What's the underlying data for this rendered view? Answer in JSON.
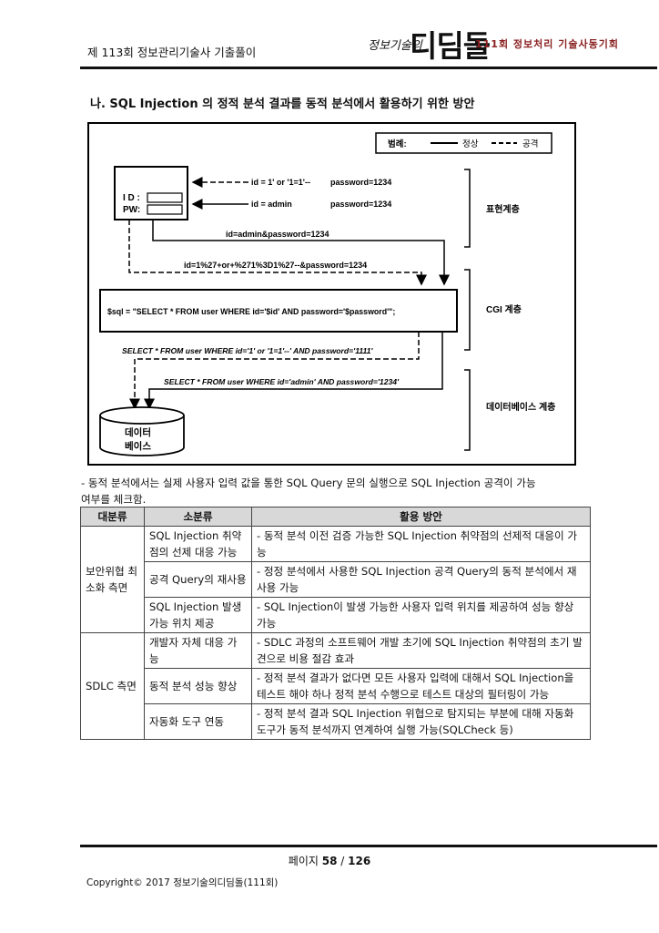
{
  "header": {
    "title": "제 113회 정보관리기술사 기출풀이",
    "logo_small": "정보기술의",
    "logo_big": "디딤돌",
    "logo_sub": "111회 정보처리 기술사동기회"
  },
  "section": {
    "title": "나. SQL Injection 의 정적 분석 결과를 동적 분석에서 활용하기 위한 방안"
  },
  "diagram": {
    "legend_label": "범례:",
    "legend_normal": "정상",
    "legend_attack": "공격",
    "login_id_label": "I D :",
    "login_pw_label": "PW:",
    "input_attack_id": "id = 1' or '1=1'--",
    "input_attack_pw": "password=1234",
    "input_normal_id": "id = admin",
    "input_normal_pw": "password=1234",
    "request_normal": "id=admin&password=1234",
    "request_attack": "id=1%27+or+%271%3D1%27--&password=1234",
    "sql_statement": "$sql = \"SELECT * FROM user WHERE id='$id' AND password='$password'\";",
    "query_attack": "SELECT * FROM user WHERE id='1' or '1=1'--' AND password='1111'",
    "query_normal": "SELECT * FROM user WHERE id='admin'  AND password='1234'",
    "database_line1": "데이터",
    "database_line2": "베이스",
    "layer_presentation": "표현계층",
    "layer_cgi": "CGI 계층",
    "layer_database": "데이터베이스 계층"
  },
  "paragraph": {
    "line1": "- 동적 분석에서는 실제 사용자 입력 값을 통한 SQL Query 문의 실행으로 SQL Injection 공격이 가능",
    "line2": "여부를 체크함."
  },
  "table": {
    "headers": [
      "대분류",
      "소분류",
      "활용 방안"
    ],
    "group1": "보안위협 최소화 측면",
    "group2": "SDLC 측면",
    "rows": [
      {
        "sub": "SQL Injection 취약점의 선제 대응 가능",
        "plan": "- 동적 분석 이전 검증 가능한 SQL Injection 취약점의 선제적 대응이 가능"
      },
      {
        "sub": "공격 Query의 재사용",
        "plan": "- 정정 분석에서 사용한 SQL Injection 공격 Query의 동적 분석에서 재사용 가능"
      },
      {
        "sub": "SQL Injection 발생 가능 위치 제공",
        "plan": "- SQL Injection이 발생 가능한 사용자 입력 위치를 제공하여 성능 향상 가능"
      },
      {
        "sub": "개발자 자체 대응 가능",
        "plan": "- SDLC 과정의 소프트웨어 개발 초기에 SQL Injection 취약점의 초기 발견으로 비용 절감 효과"
      },
      {
        "sub": "동적 분석 성능 향상",
        "plan": "- 정적 분석 결과가 없다면 모든 사용자 입력에 대해서 SQL Injection을 테스트 해야 하나 정적 분석 수행으로 테스트 대상의 필터링이 가능"
      },
      {
        "sub": "자동화 도구 연동",
        "plan": "- 정적 분석 결과 SQL Injection 위협으로 탐지되는 부분에 대해 자동화 도구가 동적 분석까지 연계하여 실행 가능(SQLCheck 등)"
      }
    ]
  },
  "footer": {
    "page_label": "페이지",
    "page_current": "58",
    "page_sep": "/",
    "page_total": "126",
    "copyright": "Copyright© 2017 정보기술의디딤돌(111회)"
  }
}
